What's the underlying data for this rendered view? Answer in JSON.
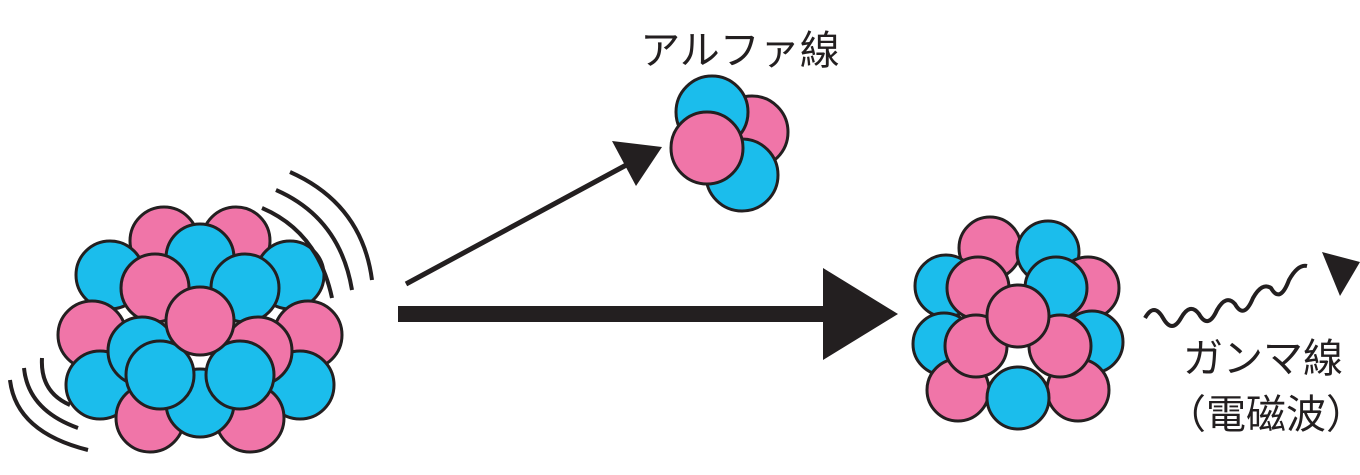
{
  "labels": {
    "alpha": "アルファ線",
    "gamma": "ガンマ線",
    "gamma_note": "（電磁波）"
  },
  "colors": {
    "proton": "#f075a8",
    "neutron": "#1bbdec",
    "outline": "#231f20",
    "background": "#ffffff"
  }
}
